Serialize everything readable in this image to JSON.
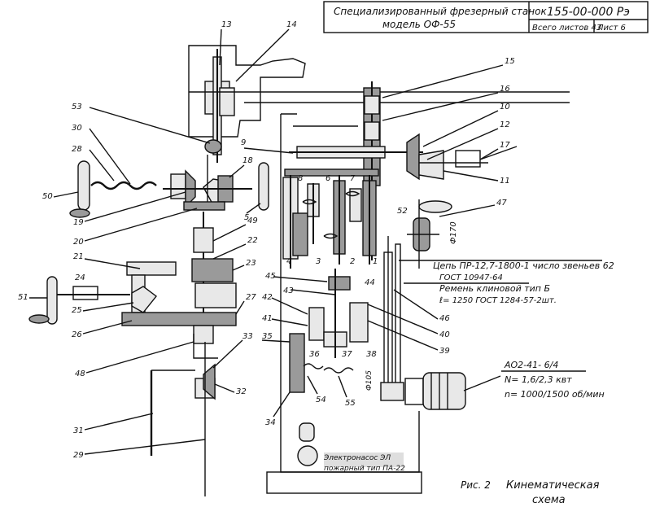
{
  "title_block": {
    "title_line1": "Специализированный фрезерный станок",
    "title_line2": "модель ОФ-55",
    "doc_code": "155-00-000 Рэ",
    "sheets_total": "Всего листов 43",
    "sheet": "Лист 6"
  },
  "part_numbers": [
    "1",
    "2",
    "3",
    "4",
    "5",
    "6",
    "7",
    "8",
    "9",
    "10",
    "11",
    "12",
    "13",
    "14",
    "15",
    "16",
    "17",
    "18",
    "19",
    "20",
    "21",
    "22",
    "23",
    "24",
    "25",
    "26",
    "27",
    "28",
    "29",
    "30",
    "31",
    "32",
    "33",
    "34",
    "35",
    "36",
    "37",
    "38",
    "39",
    "40",
    "41",
    "42",
    "43",
    "44",
    "45",
    "46",
    "47",
    "48",
    "49",
    "50",
    "51",
    "52",
    "53",
    "54",
    "55"
  ],
  "annotations": {
    "chain": "Цепь  ПР-12,7-1800-1 число звеньев 62",
    "chain_std": "ГОСТ  10947-64",
    "belt": "Ремень клиновой тип Б",
    "belt_spec": "ℓ= 1250  ГОСТ 1284-57-2шт.",
    "motor_model": "АО2-41- 6/4",
    "motor_power": "N= 1,6/2,3 квт",
    "motor_speed": "n= 1000/1500 об/мин",
    "dia_170": "Ф170",
    "dia_105": "Ф105",
    "elec": "Электронасос ЭЛ",
    "elec2": "пожарный тип ПА-22"
  },
  "caption": {
    "fig": "Рис. 2",
    "line1": "Кинематическая",
    "line2": "схема"
  }
}
